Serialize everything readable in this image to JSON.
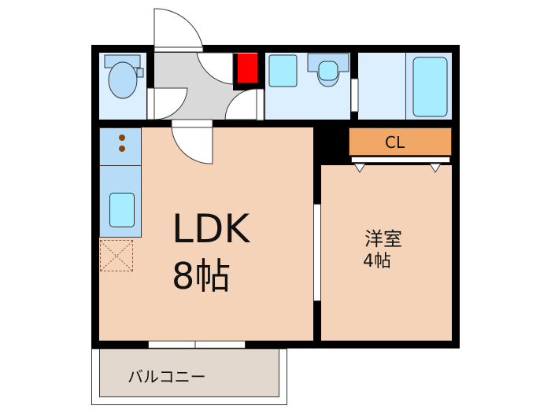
{
  "rooms": {
    "ldk": {
      "name": "LDK",
      "size": "8帖"
    },
    "western": {
      "name": "洋室",
      "size": "4帖"
    },
    "closet": {
      "name": "CL"
    },
    "balcony": {
      "name": "バルコニー"
    }
  },
  "colors": {
    "room_floor": "#f5d3b8",
    "wet_area": "#dcefff",
    "fixture": "#a8ecff",
    "closet": "#f1a766",
    "entry": "#d9d9d9",
    "balcony": "#e3d8cd",
    "meter": "#ff0000"
  }
}
